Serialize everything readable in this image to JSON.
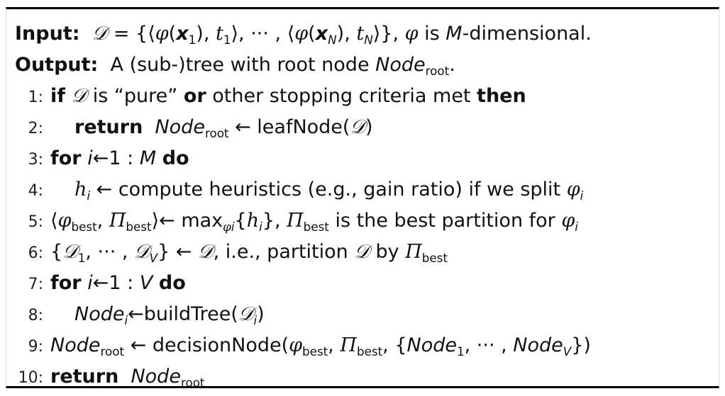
{
  "algorithm": {
    "input_label": "Input:",
    "input_text": "𝒟 = {⟨φ(𝒙₁), t₁⟩, ··· , ⟨φ(𝒙ₙ), tₙ⟩}, φ is M-dimensional.",
    "output_label": "Output:",
    "output_text": "A (sub-)tree with root node Node_root.",
    "steps": [
      {
        "num": "1:",
        "text": "if 𝒟 is “pure” or other stopping criteria met then"
      },
      {
        "num": "2:",
        "text": "return Node_root ← leafNode(𝒟)"
      },
      {
        "num": "3:",
        "text": "for i←1 : M do"
      },
      {
        "num": "4:",
        "text": "hᵢ ← compute heuristics (e.g., gain ratio) if we split φᵢ"
      },
      {
        "num": "5:",
        "text": "⟨φ_best, Π_best⟩← max_φᵢ {hᵢ}, Π_best is the best partition for φᵢ"
      },
      {
        "num": "6:",
        "text": "{𝒟₁, ··· , 𝒟ᵥ} ← 𝒟, i.e., partition 𝒟 by Π_best"
      },
      {
        "num": "7:",
        "text": "for i←1 : V do"
      },
      {
        "num": "8:",
        "text": "Nodeᵢ←buildTree(𝒟ᵢ)"
      },
      {
        "num": "9:",
        "text": "Node_root ← decisionNode(φ_best, Π_best, {Node₁, ··· , Nodeᵥ})"
      },
      {
        "num": "10:",
        "text": "return Node_root"
      }
    ]
  }
}
